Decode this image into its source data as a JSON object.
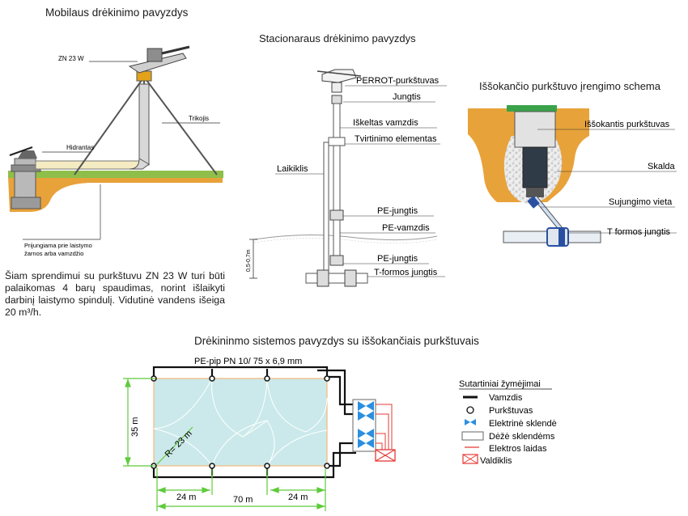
{
  "titles": {
    "mobile": "Mobilaus drėkinimo pavyzdys",
    "stationary": "Stacionaraus drėkinimo pavyzdys",
    "popup_install": "Iššokančio purkštuvo įrengimo schema",
    "system": "Drėkininmo sistemos pavyzdys su iššokančiais purkštuvais"
  },
  "mobile": {
    "zn_label": "ZN 23 W",
    "tripod_label": "Trikojis",
    "hydrant_label": "Hidrantas",
    "connect_label_1": "Prijungiama prie laistymo",
    "connect_label_2": "žarnos arba vamzdžio",
    "paragraph": "Šiam sprendimui su purkštuvu ZN 23 W turi būti palaikomas 4 barų spaudimas, norint išlaikyti darbinį laistymo spindulį. Vidutinė vandens išeiga 20 m³/h."
  },
  "stationary": {
    "perrot": "PERROT-purkštuvas",
    "jungtis": "Jungtis",
    "elevated": "Iškeltas vamzdis",
    "fastening": "Tvirtinimo elementas",
    "holder": "Laikiklis",
    "pe_joint_1": "PE-jungtis",
    "pe_pipe": "PE-vamzdis",
    "pe_joint_2": "PE-jungtis",
    "t_joint": "T-formos jungtis",
    "depth": "0,5-0,7m"
  },
  "popup": {
    "sprinkler": "Iššokantis purkštuvas",
    "gravel": "Skalda",
    "connection": "Sujungimo vieta",
    "t_joint": "T formos jungtis"
  },
  "system": {
    "pipe_label": "PE-pip PN 10/ 75 x 6,9 mm",
    "dim_35": "35 m",
    "dim_r": "R= 23 m",
    "dim_24_left": "24 m",
    "dim_24_right": "24 m",
    "dim_70": "70 m"
  },
  "legend": {
    "title": "Sutartiniai žymėjimai",
    "items": [
      "Vamzdis",
      "Purkštuvas",
      "Elektrinė sklendė",
      "Dėžė sklendėms",
      "Elektros laidas",
      "Valdiklis"
    ]
  },
  "colors": {
    "soil": "#e8a23a",
    "grass": "#8fbf4a",
    "lawn": "#cbe9ea",
    "dimension": "#5ecb3a",
    "wire": "#e53935",
    "valve": "#2b8fe0"
  }
}
